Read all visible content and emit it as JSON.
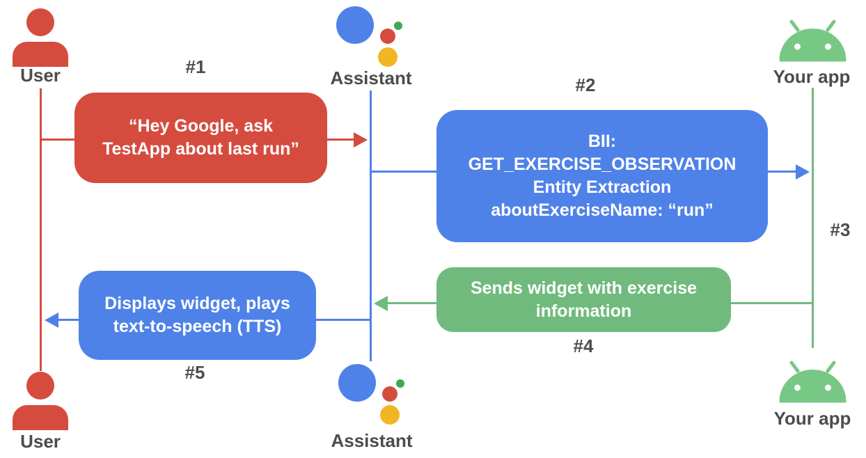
{
  "palette": {
    "red": "#D54C3F",
    "blue": "#4F82E8",
    "green": "#70BA7D",
    "android_green": "#78C885",
    "dot_green": "#3EA853",
    "yellow": "#F2B524",
    "label_gray": "#4C4C4C"
  },
  "lanes": {
    "user_top_label": "User",
    "assistant_top_label": "Assistant",
    "app_top_label": "Your app",
    "user_bottom_label": "User",
    "assistant_bottom_label": "Assistant",
    "app_bottom_label": "Your app"
  },
  "step_labels": {
    "s1": "#1",
    "s2": "#2",
    "s3": "#3",
    "s4": "#4",
    "s5": "#5"
  },
  "messages": {
    "m1_text": "“Hey Google, ask\nTestApp about last run”",
    "m2_text": "BII:\nGET_EXERCISE_OBSERVATION\nEntity Extraction\naboutExerciseName: “run”",
    "m4_text": "Sends widget with exercise\ninformation",
    "m5_text": "Displays widget, plays\ntext-to-speech (TTS)"
  }
}
